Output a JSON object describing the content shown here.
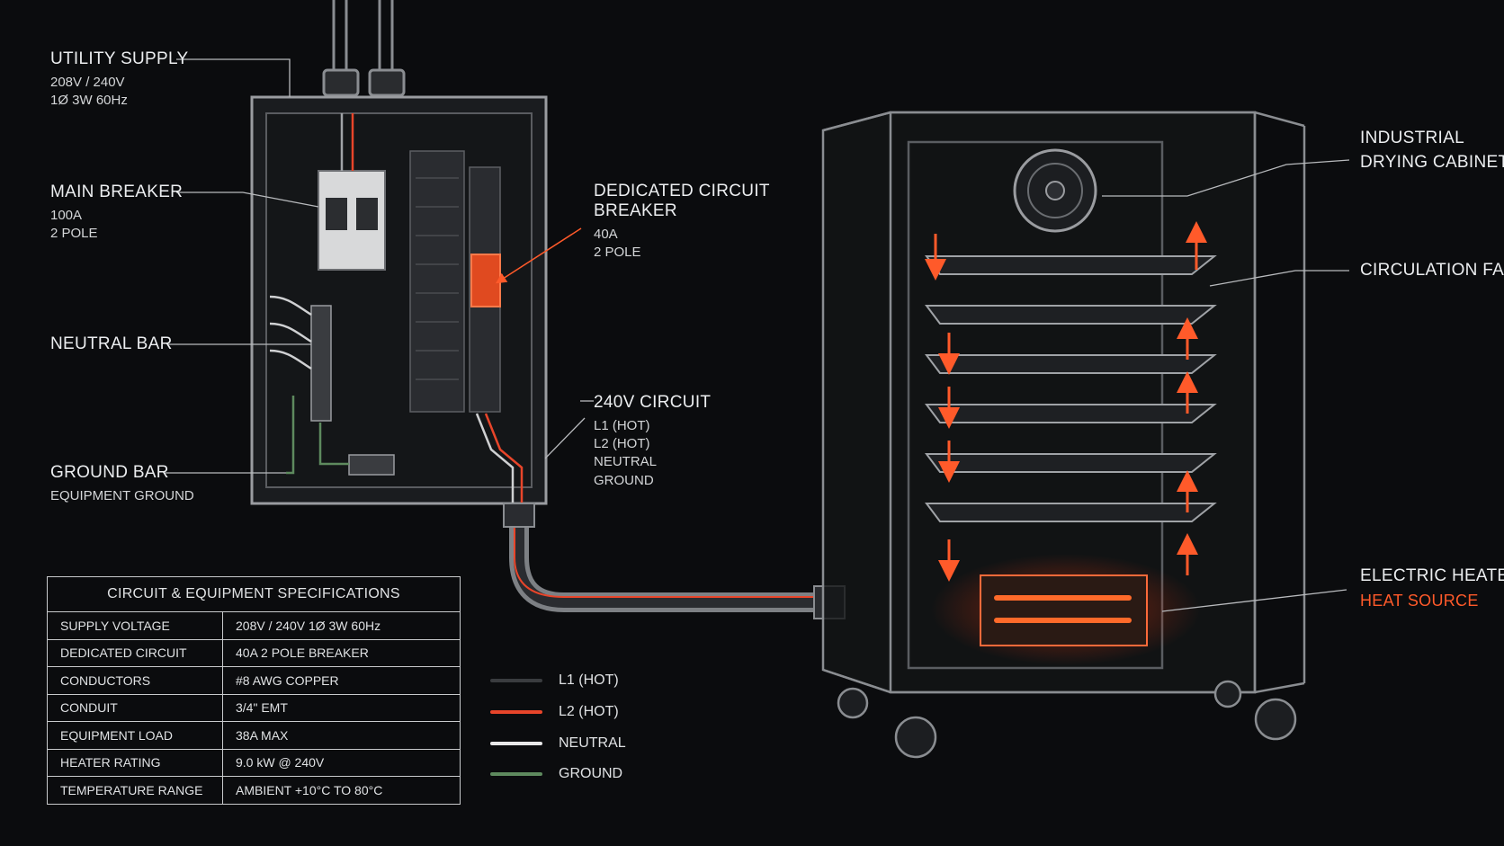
{
  "labels": {
    "utility_supply": {
      "title": "UTILITY SUPPLY",
      "lines": [
        "208V / 240V",
        "1Ø   3W   60Hz"
      ]
    },
    "main_breaker": {
      "title": "MAIN BREAKER",
      "lines": [
        "100A",
        "2 POLE"
      ]
    },
    "neutral_bar": {
      "title": "NEUTRAL BAR"
    },
    "ground_bar": {
      "title": "GROUND BAR",
      "lines": [
        "EQUIPMENT GROUND"
      ]
    },
    "dedicated_breaker": {
      "title_lines": [
        "DEDICATED CIRCUIT",
        "BREAKER"
      ],
      "lines": [
        "40A",
        "2 POLE"
      ]
    },
    "circuit_240v": {
      "title": "240V CIRCUIT",
      "lines": [
        "L1 (HOT)",
        "L2 (HOT)",
        "NEUTRAL",
        "GROUND"
      ]
    },
    "drying_cabinet": {
      "title_lines": [
        "INDUSTRIAL",
        "DRYING CABINET"
      ]
    },
    "circulation_fan": {
      "title": "CIRCULATION FAN"
    },
    "electric_heater": {
      "title": "ELECTRIC HEATER",
      "sub": "HEAT SOURCE"
    }
  },
  "spec_table": {
    "title": "CIRCUIT & EQUIPMENT SPECIFICATIONS",
    "rows": [
      {
        "key": "SUPPLY VOLTAGE",
        "value": "208V / 240V   1Ø   3W   60Hz"
      },
      {
        "key": "DEDICATED CIRCUIT",
        "value": "40A   2 POLE BREAKER"
      },
      {
        "key": "CONDUCTORS",
        "value": "#8 AWG   COPPER"
      },
      {
        "key": "CONDUIT",
        "value": "3/4\" EMT"
      },
      {
        "key": "EQUIPMENT LOAD",
        "value": "38A   MAX"
      },
      {
        "key": "HEATER RATING",
        "value": "9.0 kW   @ 240V"
      },
      {
        "key": "TEMPERATURE RANGE",
        "value": "AMBIENT +10°C TO 80°C"
      }
    ]
  },
  "legend": [
    {
      "label": "L1 (HOT)",
      "color": "#3a3c3f"
    },
    {
      "label": "L2 (HOT)",
      "color": "#e8452a"
    },
    {
      "label": "NEUTRAL",
      "color": "#e8e8e8"
    },
    {
      "label": "GROUND",
      "color": "#5e8a5e"
    }
  ],
  "colors": {
    "background": "#0b0c0e",
    "accent": "#ff5a2a",
    "line": "#c8cacc"
  }
}
